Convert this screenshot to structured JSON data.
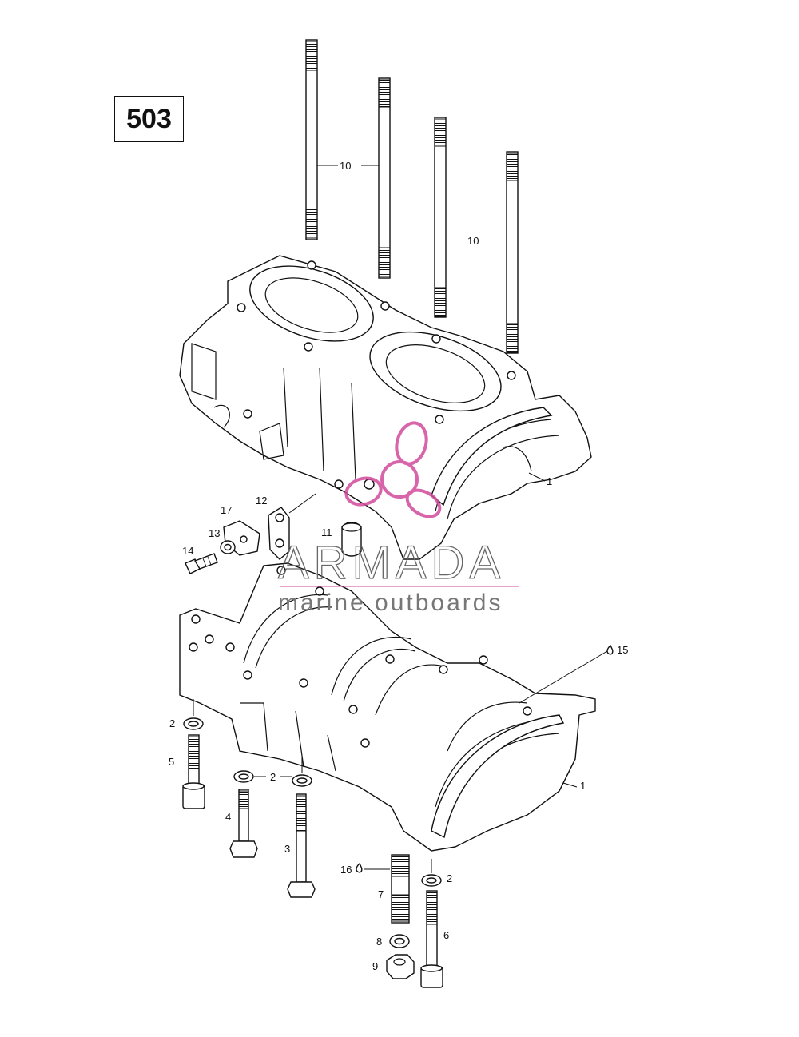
{
  "model_number": "503",
  "callouts": [
    {
      "label": "10"
    },
    {
      "label": "10"
    },
    {
      "label": "1"
    },
    {
      "label": "12"
    },
    {
      "label": "17"
    },
    {
      "label": "13"
    },
    {
      "label": "11"
    },
    {
      "label": "14"
    },
    {
      "label": "15"
    },
    {
      "label": "2"
    },
    {
      "label": "5"
    },
    {
      "label": "2"
    },
    {
      "label": "4"
    },
    {
      "label": "3"
    },
    {
      "label": "1"
    },
    {
      "label": "16"
    },
    {
      "label": "2"
    },
    {
      "label": "7"
    },
    {
      "label": "6"
    },
    {
      "label": "8"
    },
    {
      "label": "9"
    }
  ],
  "watermark": {
    "brand": "ARMADA",
    "tagline": "marine outboards",
    "logo_color": "#d24a9b"
  }
}
